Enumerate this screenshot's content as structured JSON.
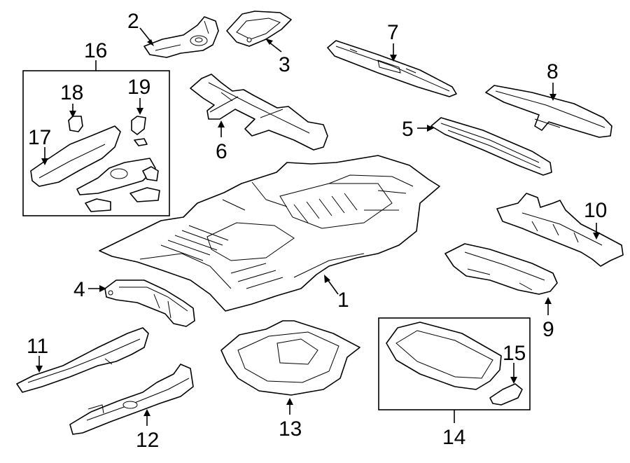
{
  "callouts": {
    "c1": "1",
    "c2": "2",
    "c3": "3",
    "c4": "4",
    "c5": "5",
    "c6": "6",
    "c7": "7",
    "c8": "8",
    "c9": "9",
    "c10": "10",
    "c11": "11",
    "c12": "12",
    "c13": "13",
    "c14": "14",
    "c15": "15",
    "c16": "16",
    "c17": "17",
    "c18": "18",
    "c19": "19"
  },
  "style": {
    "line_color": "#000000",
    "background": "#ffffff"
  }
}
